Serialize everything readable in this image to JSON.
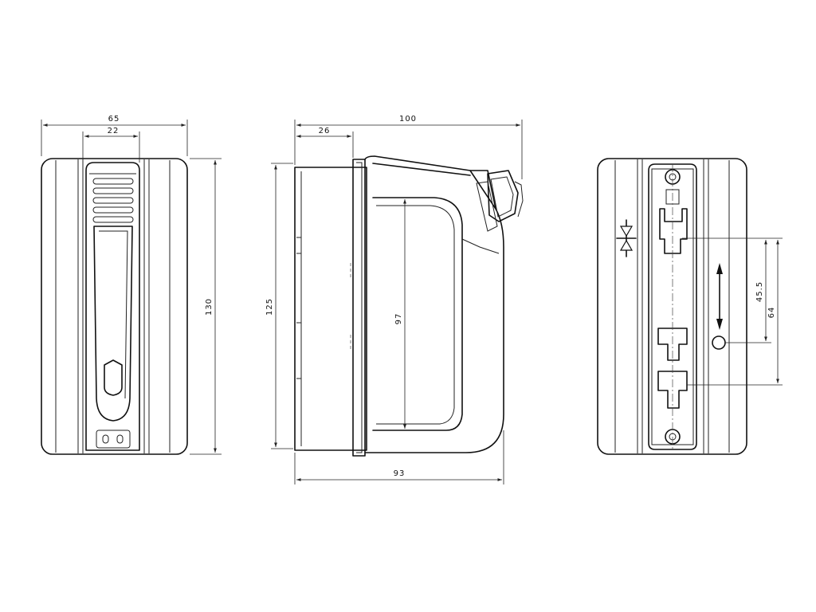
{
  "front_view": {
    "dim_width": "65",
    "dim_inner": "22",
    "dim_height": "130"
  },
  "side_view": {
    "dim_overall": "100",
    "dim_offset": "26",
    "dim_height": "125",
    "dim_handle": "97",
    "dim_base": "93"
  },
  "back_view": {
    "dim_hole_a": "45.5",
    "dim_hole_b": "64"
  }
}
